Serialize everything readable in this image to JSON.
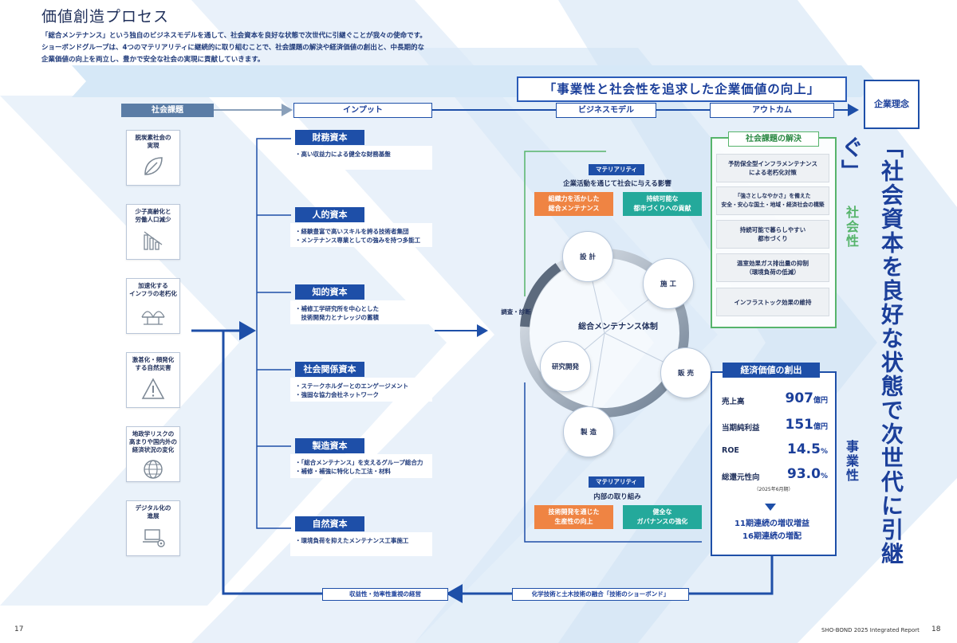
{
  "title": "価値創造プロセス",
  "intro": [
    "「総合メンテナンス」という独自のビジネスモデルを通して、社会資本を良好な状態で次世代に引継ぐことが我々の使命です。",
    "ショーボンドグループは、4つのマテリアリティに継続的に取り組むことで、社会課題の解決や経済価値の創出と、中長期的な",
    "企業価値の向上を両立し、豊かで安全な社会の実現に貢献していきます。"
  ],
  "headline": "「事業性と社会性を追求した企業価値の向上」",
  "corporate_philosophy": "企業理念",
  "vision": "「社会資本を良好な状態で次世代に引継ぐ」",
  "headers": {
    "social_issues": "社会課題",
    "input": "インプット",
    "business_model": "ビジネスモデル",
    "outcome": "アウトカム"
  },
  "social_issues": [
    {
      "label": "脱炭素社会の\n実現",
      "icon": "leaf-icon"
    },
    {
      "label": "少子高齢化と\n労働人口減少",
      "icon": "declining-bar-chart-icon"
    },
    {
      "label": "加速化する\nインフラの老朽化",
      "icon": "bridge-icon"
    },
    {
      "label": "激甚化・頻発化\nする自然災害",
      "icon": "warning-icon"
    },
    {
      "label": "地政学リスクの\n高まりや国内外の\n経済状況の変化",
      "icon": "globe-icon"
    },
    {
      "label": "デジタル化の\n進展",
      "icon": "laptop-gear-icon"
    }
  ],
  "capitals": [
    {
      "name": "財務資本",
      "items": [
        "・高い収益力による健全な財務基盤"
      ]
    },
    {
      "name": "人的資本",
      "items": [
        "・経験豊富で高いスキルを誇る技術者集団",
        "・メンテナンス専業としての強みを持つ多能工"
      ]
    },
    {
      "name": "知的資本",
      "items": [
        "・補修工学研究所を中心とした",
        "　技術開発力とナレッジの蓄積"
      ]
    },
    {
      "name": "社会関係資本",
      "items": [
        "・ステークホルダーとのエンゲージメント",
        "・強固な協力会社ネットワーク"
      ]
    },
    {
      "name": "製造資本",
      "items": [
        "・「総合メンテナンス」を支えるグループ総合力",
        "・補修・補強に特化した工法・材料"
      ]
    },
    {
      "name": "自然資本",
      "items": [
        "・環境負荷を抑えたメンテナンス工事施工"
      ]
    }
  ],
  "materiality_top": {
    "tag": "マテリアリティ",
    "caption": "企業活動を通じて社会に与える影響",
    "boxes": [
      "組織力を活かした\n総合メンテナンス",
      "持続可能な\n都市づくりへの貢献"
    ]
  },
  "materiality_bottom": {
    "tag": "マテリアリティ",
    "caption": "内部の取り組み",
    "boxes": [
      "技術開発を通じた\n生産性の向上",
      "健全な\nガバナンスの強化"
    ]
  },
  "cycle": {
    "center": "総合メンテナンス体制",
    "side": "調査・診断",
    "nodes": [
      "設 計",
      "施 工",
      "販 売",
      "製 造",
      "研究開発"
    ]
  },
  "social_solution": {
    "title": "社会課題の解決",
    "items": [
      "予防保全型インフラメンテナンス\nによる老朽化対策",
      "「強さとしなやかさ」を備えた\n安全・安心な国土・地域・経済社会の構築",
      "持続可能で暮らしやすい\n都市づくり",
      "温室効果ガス排出量の抑制\n（環境負荷の低減）",
      "インフラストック効果の維持"
    ],
    "side_label": "社会性"
  },
  "economic_value": {
    "title": "経済価値の創出",
    "rows": [
      {
        "label": "売上高",
        "value": "907",
        "unit": "億円"
      },
      {
        "label": "当期純利益",
        "value": "151",
        "unit": "億円"
      },
      {
        "label": "ROE",
        "value": "14.5",
        "unit": "%"
      },
      {
        "label": "総還元性向",
        "value": "93.0",
        "unit": "%"
      }
    ],
    "note": "（2025年6月期）",
    "summary": [
      "11期連続の増収増益",
      "16期連続の増配"
    ],
    "side_label": "事業性"
  },
  "bottom_flow": {
    "left": "収益性・効率性重視の経営",
    "right": "化学技術と土木技術の融合「技術のショーボンド」"
  },
  "footer": {
    "page_left": "17",
    "report": "SHO-BOND 2025 Integrated Report",
    "page_right": "18"
  },
  "colors": {
    "navy": "#1e4fa8",
    "green": "#56b46b",
    "orange": "#ef8443",
    "teal": "#24a99b",
    "slate": "#5b7da6"
  }
}
